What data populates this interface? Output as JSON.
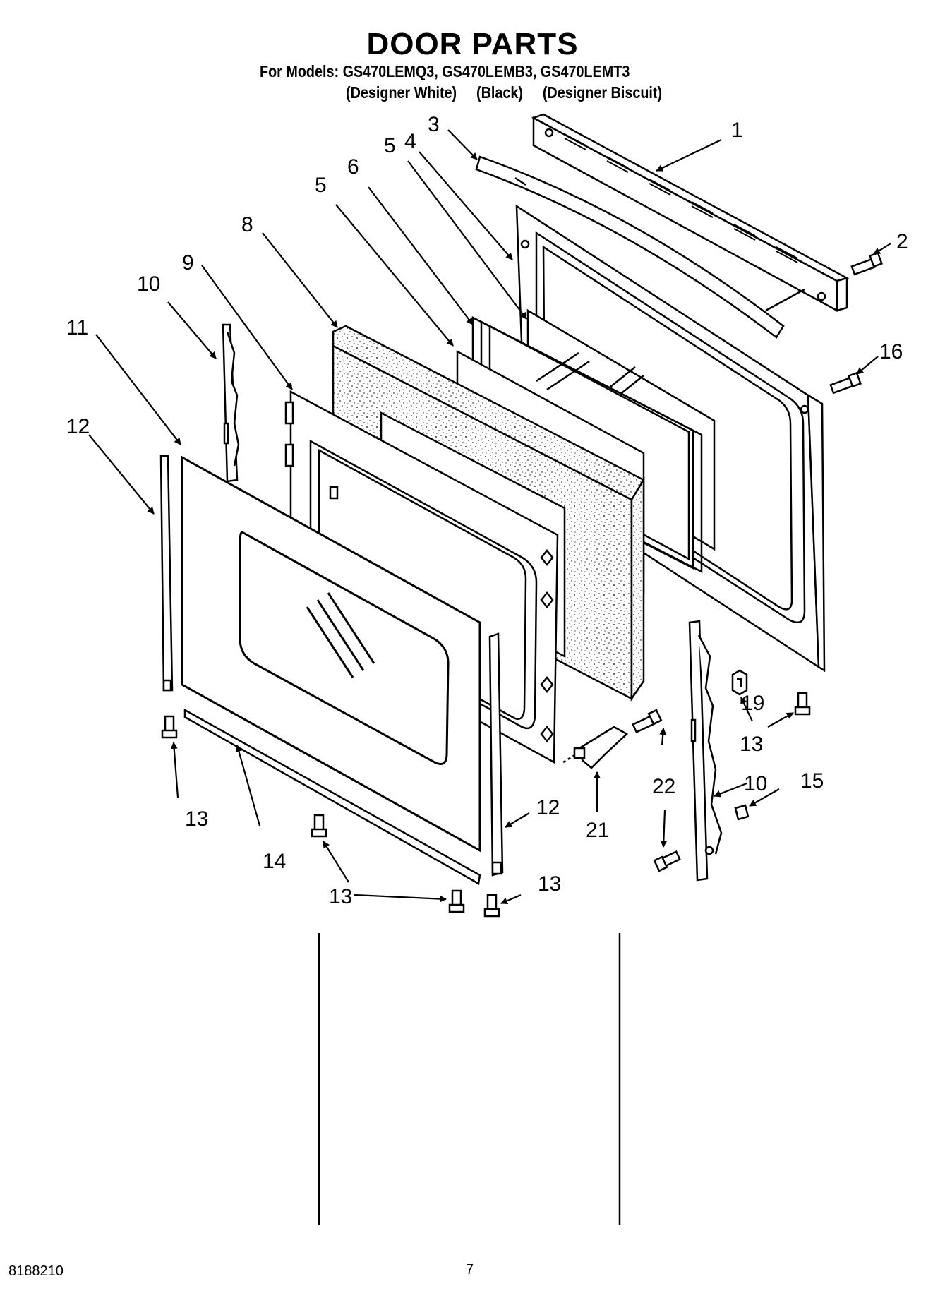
{
  "header": {
    "title": "DOOR PARTS",
    "models_line": "For Models: GS470LEMQ3, GS470LEMB3, GS470LEMT3",
    "variants": [
      "(Designer White)",
      "(Black)",
      "(Designer Biscuit)"
    ]
  },
  "callouts": [
    "1",
    "2",
    "3",
    "4",
    "5",
    "6",
    "5",
    "8",
    "9",
    "10",
    "11",
    "16",
    "12",
    "19",
    "13",
    "22",
    "10",
    "15",
    "13",
    "14",
    "21",
    "12",
    "13",
    "13"
  ],
  "footer": {
    "part_number": "8188210",
    "page_number": "7"
  }
}
